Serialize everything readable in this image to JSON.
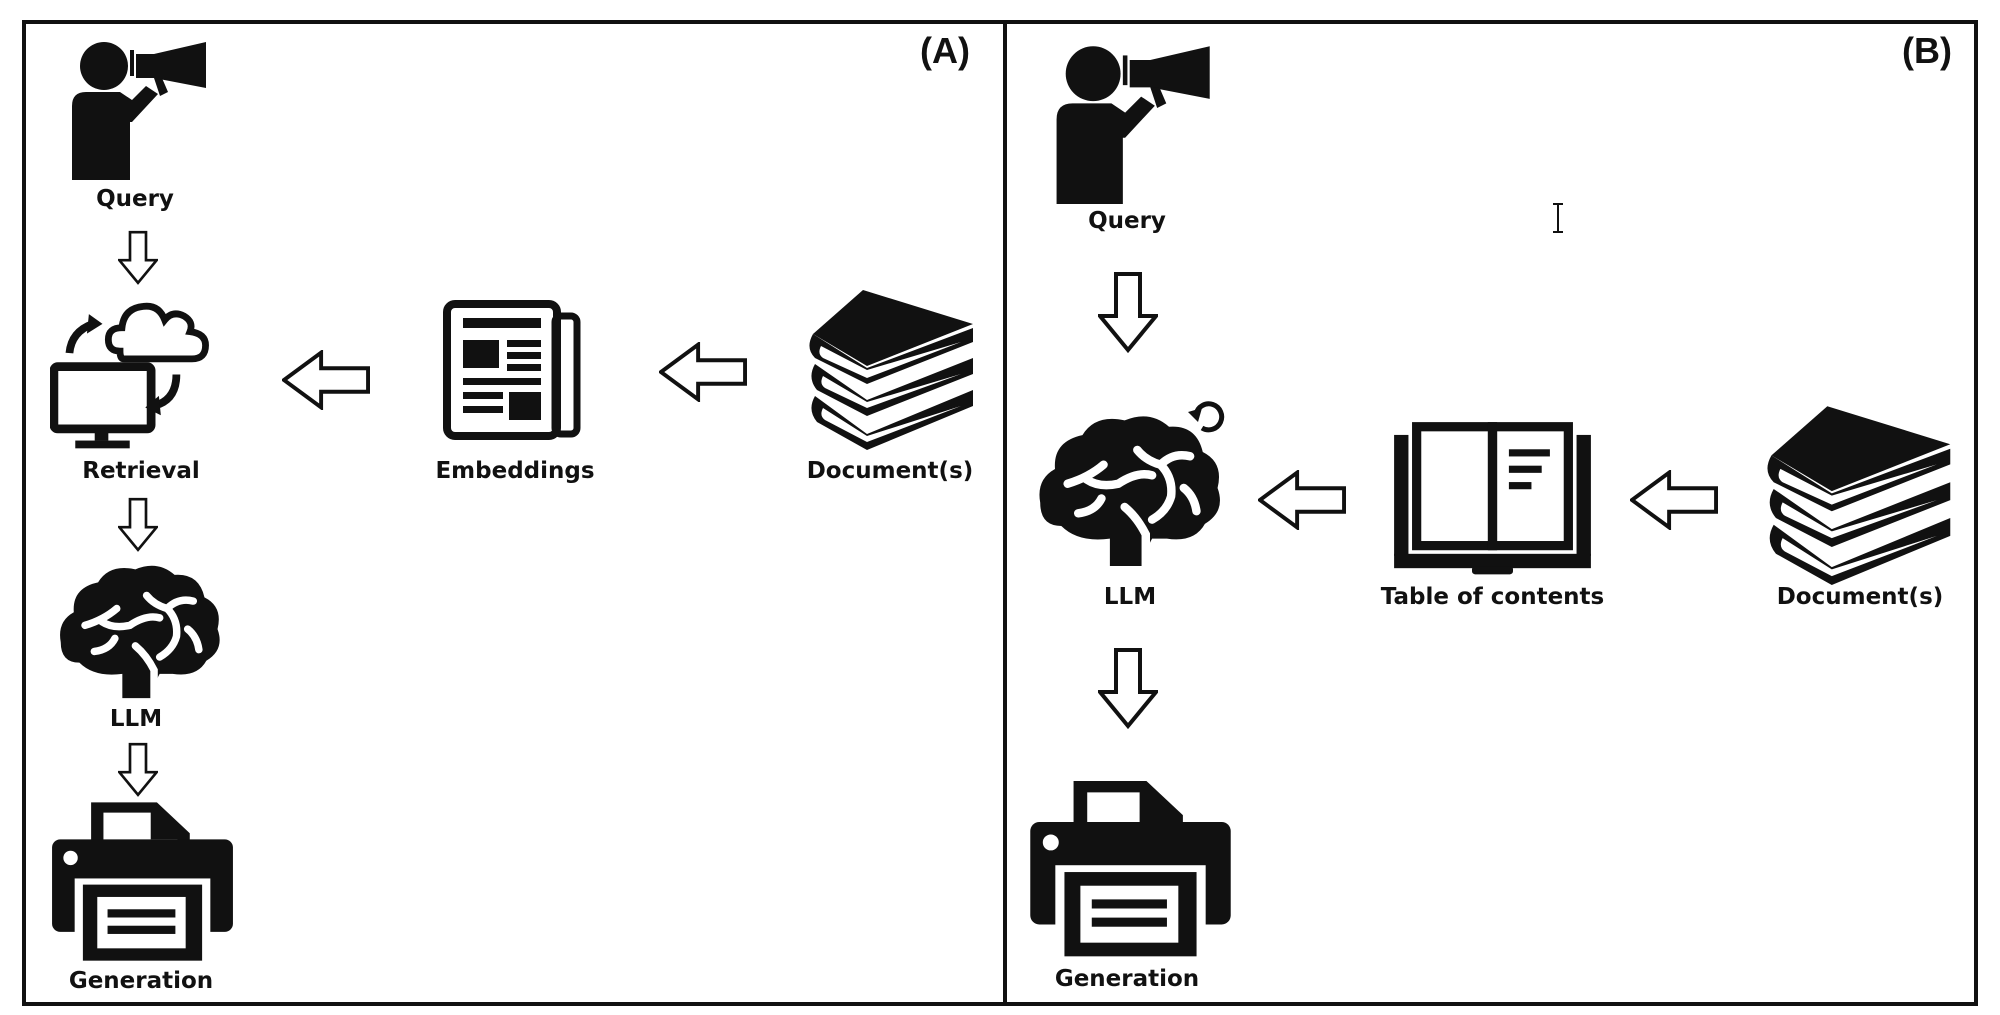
{
  "panels": [
    {
      "label": "(A)",
      "nodes": {
        "query": "Query",
        "retrieval": "Retrieval",
        "embeddings": "Embeddings",
        "documents": "Document(s)",
        "llm": "LLM",
        "generation": "Generation"
      }
    },
    {
      "label": "(B)",
      "nodes": {
        "query": "Query",
        "llm": "LLM",
        "toc": "Table of contents",
        "documents": "Document(s)",
        "generation": "Generation"
      }
    }
  ],
  "colors": {
    "ink": "#111111",
    "background": "#ffffff"
  },
  "icons": [
    "person-megaphone-icon",
    "cloud-computer-sync-icon",
    "newspaper-icon",
    "books-stack-icon",
    "brain-icon",
    "open-book-icon",
    "printer-icon"
  ]
}
